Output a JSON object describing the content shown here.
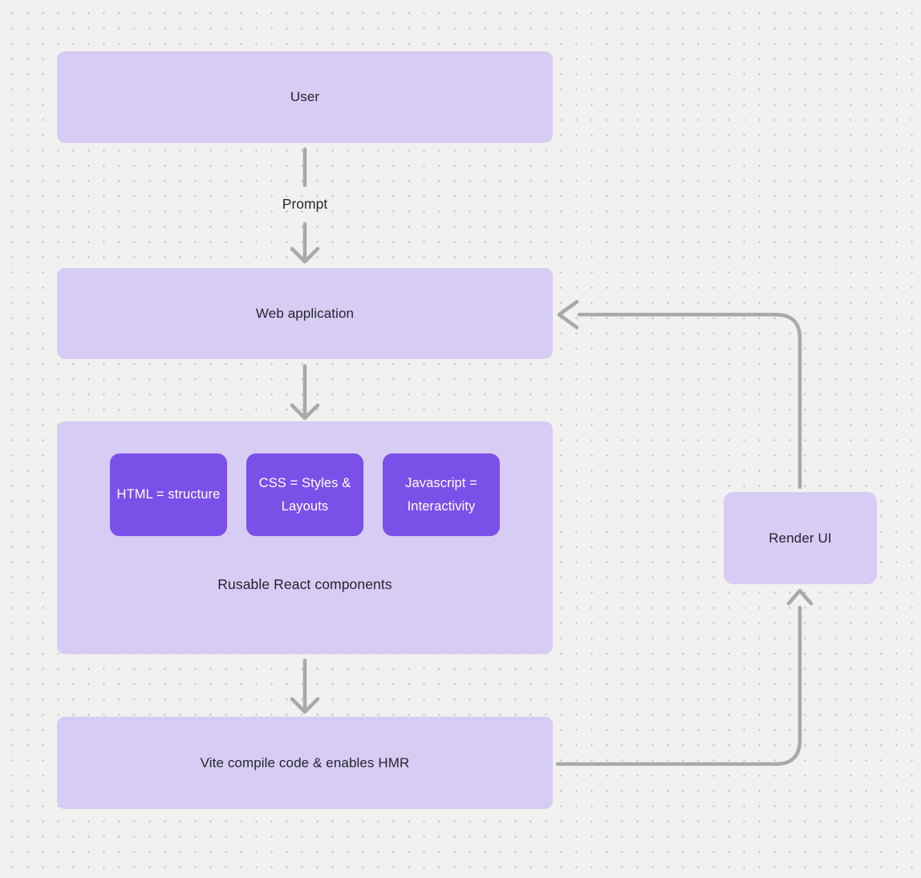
{
  "diagram": {
    "nodes": {
      "user": {
        "label": "User"
      },
      "web_application": {
        "label": "Web application"
      },
      "components_group": {
        "caption": "Rusable React components",
        "children": [
          {
            "label": "HTML = structure"
          },
          {
            "label": "CSS = Styles & Layouts"
          },
          {
            "label": "Javascript = Interactivity"
          }
        ]
      },
      "vite": {
        "label": "Vite compile code & enables HMR"
      },
      "render_ui": {
        "label": "Render UI"
      }
    },
    "edges": [
      {
        "from": "User",
        "to": "Web application",
        "label": "Prompt",
        "direction": "down"
      },
      {
        "from": "Web application",
        "to": "Rusable React components",
        "label": "",
        "direction": "down"
      },
      {
        "from": "Rusable React components",
        "to": "Vite compile code & enables HMR",
        "label": "",
        "direction": "down"
      },
      {
        "from": "Vite compile code & enables HMR",
        "to": "Render UI",
        "label": "",
        "direction": "right-then-up"
      },
      {
        "from": "Render UI",
        "to": "Web application",
        "label": "",
        "direction": "up-then-left"
      }
    ],
    "colors": {
      "background": "#f2f1ef",
      "grid_dot": "#c6c4c2",
      "node_fill": "#d7ccf4",
      "accent_fill": "#7b50e8",
      "accent_text": "#ffffff",
      "text": "#26242e",
      "connector": "#a9a9a9"
    }
  }
}
